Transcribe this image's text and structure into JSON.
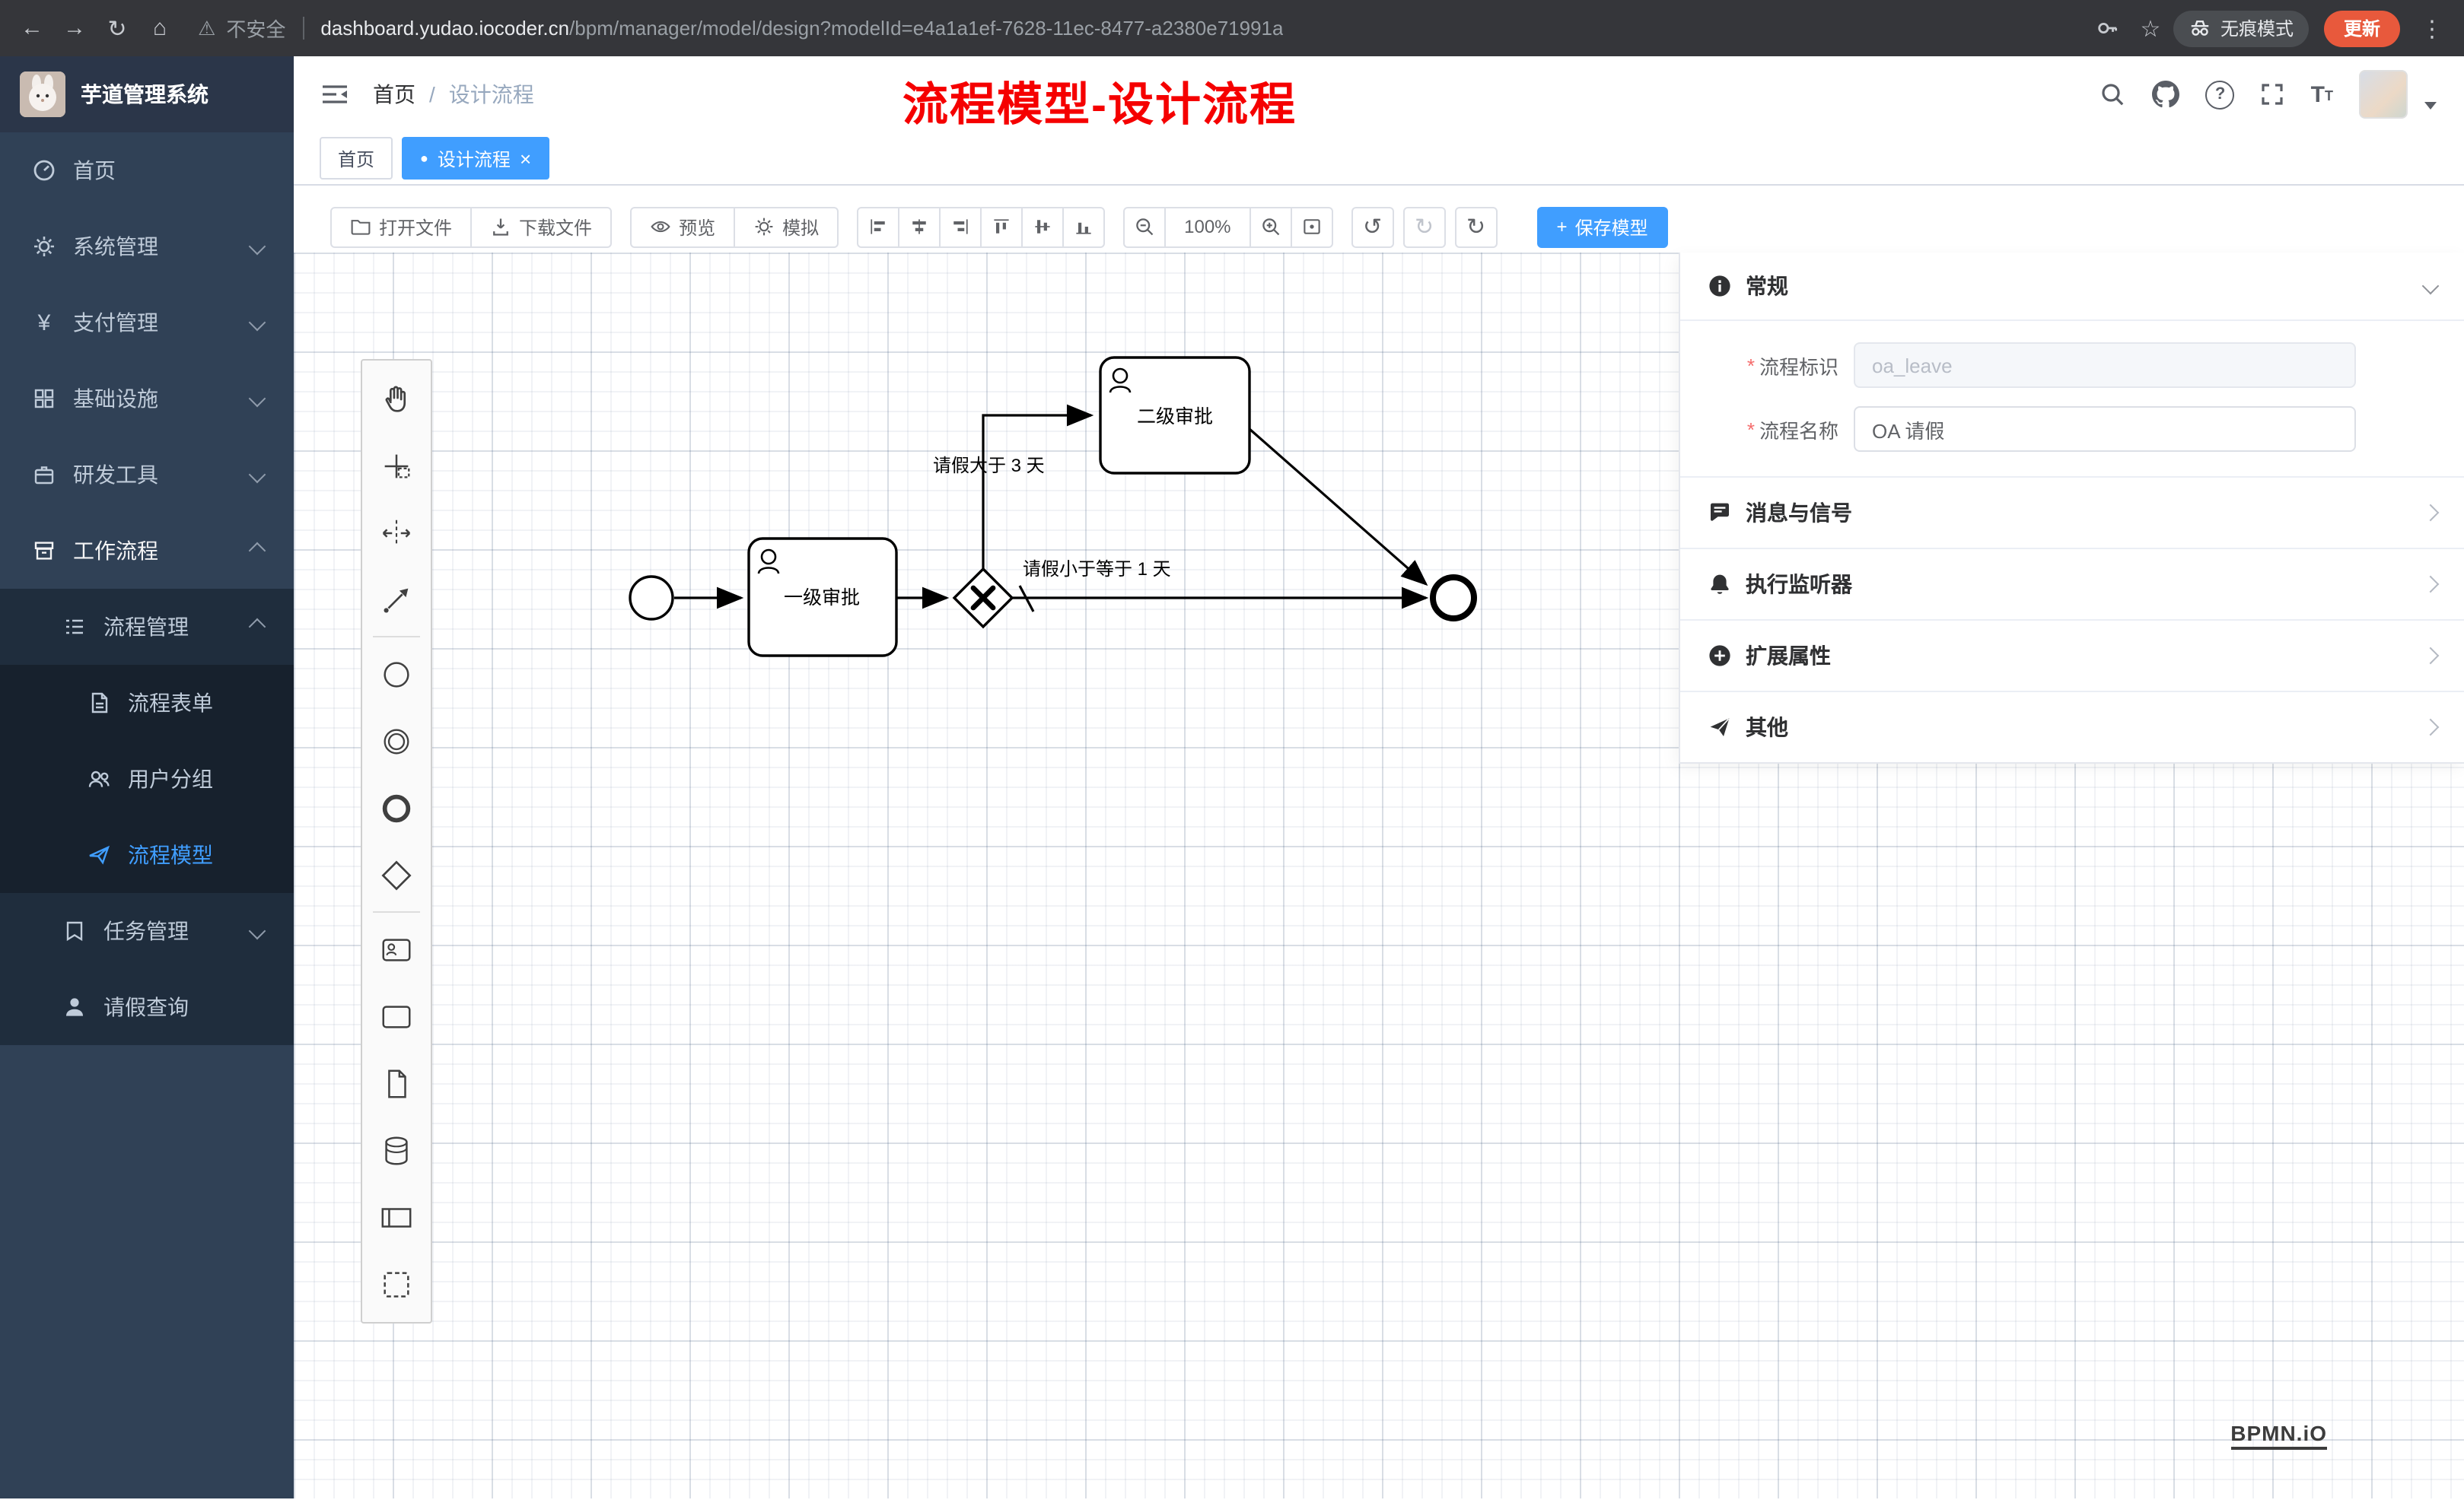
{
  "browser": {
    "security_label": "不安全",
    "url_domain": "dashboard.yudao.iocoder.cn",
    "url_path": "/bpm/manager/model/design?modelId=e4a1a1ef-7628-11ec-8477-a2380e71991a",
    "incognito_label": "无痕模式",
    "update_label": "更新"
  },
  "icons": {
    "back": "←",
    "forward": "→",
    "reload": "↻",
    "home": "⌂",
    "warning": "⚠",
    "star": "☆",
    "kebab": "⋮",
    "slash": "/",
    "close": "×",
    "dot": "●",
    "plus": "+",
    "asterisk": "*",
    "undo": "↺",
    "redo": "↻",
    "restart": "↻",
    "yen": "¥",
    "question": "?",
    "text_large": "T",
    "text_small": "T"
  },
  "sidebar": {
    "app_title": "芋道管理系统",
    "items": [
      {
        "label": "首页"
      },
      {
        "label": "系统管理"
      },
      {
        "label": "支付管理"
      },
      {
        "label": "基础设施"
      },
      {
        "label": "研发工具"
      },
      {
        "label": "工作流程"
      },
      {
        "label": "流程管理"
      },
      {
        "label": "流程表单"
      },
      {
        "label": "用户分组"
      },
      {
        "label": "流程模型"
      },
      {
        "label": "任务管理"
      },
      {
        "label": "请假查询"
      }
    ]
  },
  "header": {
    "breadcrumb_home": "首页",
    "breadcrumb_current": "设计流程",
    "annotation": "流程模型-设计流程"
  },
  "tabs": {
    "home": "首页",
    "active": "设计流程"
  },
  "toolbar": {
    "open_file": "打开文件",
    "download_file": "下载文件",
    "preview": "预览",
    "simulate": "模拟",
    "zoom_level": "100%",
    "save_model": "保存模型"
  },
  "diagram": {
    "task_level1": "一级审批",
    "task_level2": "二级审批",
    "condition_gt3": "请假大于 3 天",
    "condition_le1": "请假小于等于 1 天"
  },
  "panel": {
    "general_title": "常规",
    "process_key_label": "流程标识",
    "process_key_value": "oa_leave",
    "process_name_label": "流程名称",
    "process_name_value": "OA 请假",
    "sections": [
      {
        "label": "消息与信号"
      },
      {
        "label": "执行监听器"
      },
      {
        "label": "扩展属性"
      },
      {
        "label": "其他"
      }
    ]
  },
  "watermark": "BPMN.iO"
}
